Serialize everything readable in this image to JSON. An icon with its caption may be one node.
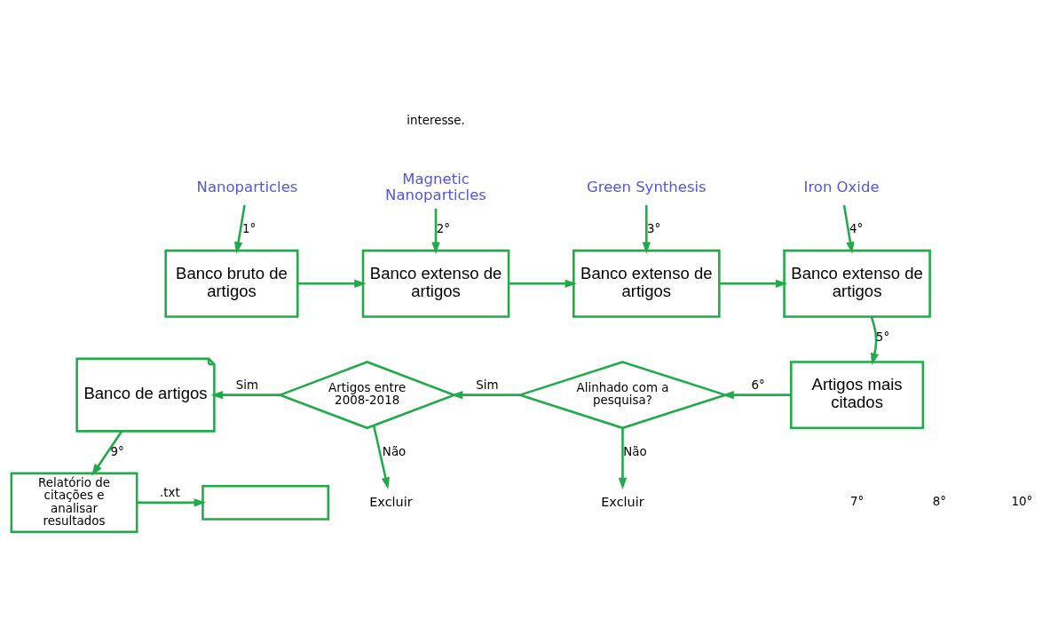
{
  "diagram": {
    "nodes": [
      {
        "text": [
          "Nanoparticles"
        ]
      },
      {
        "text": [
          "Banco bruto de artigos"
        ]
      },
      {
        "text": [
          "Magnetic Nanoparticles"
        ]
      },
      {
        "text": [
          "Banco extenso de artigos"
        ]
      },
      {
        "text": [
          "Green Synthesis"
        ]
      },
      {
        "text": [
          "Banco extenso de artigos"
        ]
      },
      {
        "text": [
          "Iron Oxide"
        ]
      },
      {
        "text": [
          "Banco extenso de artigos"
        ]
      },
      {
        "text": [
          "Artigos mais citados"
        ]
      },
      {
        "text": [
          "Alinhado com a pesquisa?"
        ]
      },
      {
        "text": [
          "Excluir"
        ]
      },
      {
        "text": [
          "Artigos entre 2008-2018"
        ]
      },
      {
        "text": [
          "Excluir"
        ]
      },
      {
        "text": [
          "Banco de artigos"
        ]
      },
      {
        "text": [
          "Relatório de citações e analisar resultados"
        ]
      },
      {
        "text": [],
        "shape": "box"
      }
    ],
    "edges": [
      {
        "from": 0,
        "to": 1,
        "arrow": "to",
        "label": "1°"
      },
      {
        "from": 2,
        "to": 3,
        "arrow": "to",
        "label": "2°"
      },
      {
        "from": 4,
        "to": 5,
        "arrow": "to",
        "label": "3°"
      },
      {
        "from": 6,
        "to": 7,
        "arrow": "to",
        "label": "4°"
      },
      {
        "from": 1,
        "to": 3,
        "arrow": "to"
      },
      {
        "from": 3,
        "to": 5,
        "arrow": "to"
      },
      {
        "from": 5,
        "to": 7,
        "arrow": "to"
      },
      {
        "from": 7,
        "to": 8,
        "arrow": "to",
        "label": "5°"
      },
      {
        "from": 8,
        "to": 9,
        "arrow": "to",
        "label": "6°"
      },
      {
        "from": 9,
        "to": 11,
        "arrow": "to",
        "label": "Sim"
      },
      {
        "from": 9,
        "to": 10,
        "arrow": "to",
        "label": "Não"
      },
      {
        "from": 11,
        "to": 13,
        "arrow": "to",
        "label": "Sim"
      },
      {
        "from": 11,
        "to": 12,
        "arrow": "to",
        "label": "Não"
      },
      {
        "from": 13,
        "to": 14,
        "arrow": "to",
        "label": "9°"
      },
      {
        "from": 14,
        "to": 15,
        "arrow": "to",
        "label": ".txt"
      }
    ],
    "labels": [
      "interesse.",
      "7°",
      "8°",
      "10°"
    ]
  }
}
